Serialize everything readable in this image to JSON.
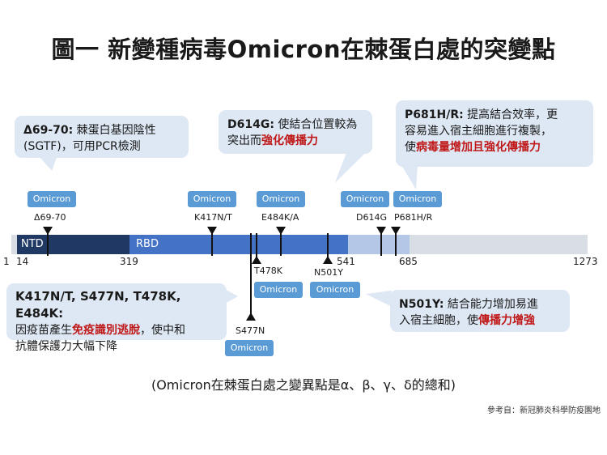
{
  "title": "圖一 新變種病毒Omicron在棘蛋白處的突變點",
  "callouts": {
    "delta69": {
      "key": "Δ69-70:",
      "line1": " 棘蛋白基因陰性",
      "line2": "(SGTF)，可用PCR檢測"
    },
    "d614g": {
      "key": "D614G:",
      "line1": " 使結合位置較為",
      "line2a": "突出而",
      "line2b": "強化傳播力"
    },
    "p681": {
      "key": "P681H/R:",
      "line1": " 提高結合效率，更",
      "line2": "容易進入宿主細胞進行複製，",
      "line3a": "使",
      "line3b": "病毒量增加且強化傳播力"
    },
    "k417": {
      "key": "K417N/T, S477N, T478K, E484K:",
      "line2a": "因疫苗產生",
      "line2b": "免疫識別逃脫",
      "line2c": "，使中和",
      "line3": "抗體保護力大幅下降"
    },
    "n501": {
      "key": "N501Y:",
      "line1": " 結合能力增加易進",
      "line2a": "入宿主細胞，使",
      "line2b": "傳播力增強"
    }
  },
  "tag_label": "Omicron",
  "mutations": {
    "del6970": "Δ69-70",
    "k417": "K417N/T",
    "e484": "E484K/A",
    "d614": "D614G",
    "p681": "P681H/R",
    "t478": "T478K",
    "n501": "N501Y",
    "s477": "S477N"
  },
  "domains": {
    "ntd": "NTD",
    "rbd": "RBD"
  },
  "ticks": [
    "1",
    "14",
    "319",
    "541",
    "685",
    "1273"
  ],
  "caption": "(Omicron在棘蛋白處之變異點是α、β、γ、δ的總和)",
  "reference": "參考自：新冠肺炎科學防疫園地",
  "colors": {
    "ntd": "#1f3864",
    "rbd": "#4472c4",
    "light": "#b4c7e7",
    "rest": "#d9dde4",
    "tag": "#5b9bd5",
    "callout": "#dde8f4",
    "emphasis": "#c01818"
  }
}
